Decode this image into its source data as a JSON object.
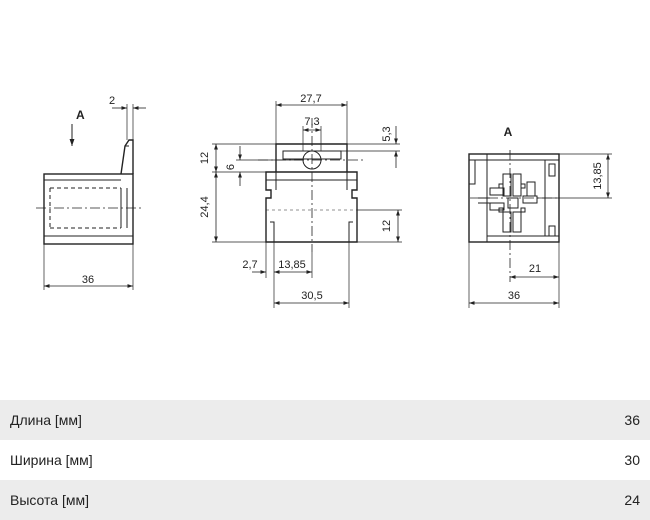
{
  "drawing": {
    "view_a_label": "A",
    "left_view": {
      "dim_top": "2",
      "dim_bottom": "36"
    },
    "middle_view": {
      "dim_top": "27,7",
      "dim_inner": "7,3",
      "dim_right_top": "5,3",
      "dim_left_top": "12",
      "dim_left_inner": "6",
      "dim_left_mid": "24,4",
      "dim_right_mid": "12",
      "dim_bottom_small": "2,7",
      "dim_bottom_mid": "13,85",
      "dim_bottom_full": "30,5"
    },
    "right_view": {
      "title": "A",
      "dim_right": "13,85",
      "dim_inner": "21",
      "dim_bottom": "36"
    }
  },
  "specs": [
    {
      "label": "Длина [мм]",
      "value": "36"
    },
    {
      "label": "Ширина [мм]",
      "value": "30"
    },
    {
      "label": "Высота [мм]",
      "value": "24"
    }
  ]
}
